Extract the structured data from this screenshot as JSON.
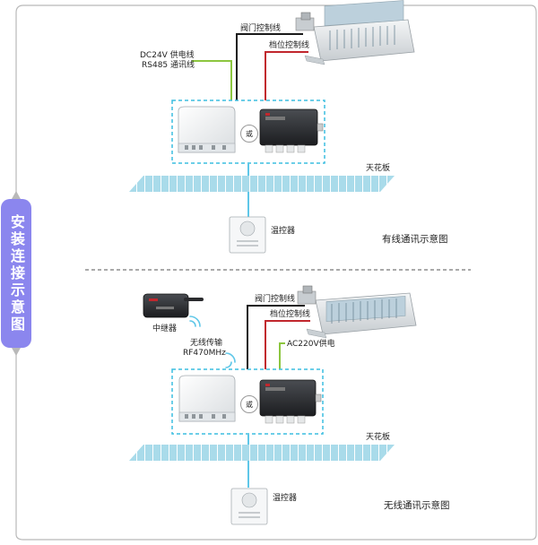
{
  "side_tab": {
    "label": "安装连接示意图"
  },
  "top": {
    "valve_line": "阀门控制线",
    "speed_line": "档位控制线",
    "power_line_1": "DC24V 供电线",
    "power_line_2": "RS485 通讯线",
    "or": "或",
    "ceiling": "天花板",
    "thermostat": "温控器",
    "caption": "有线通讯示意图"
  },
  "bottom": {
    "valve_line": "阀门控制线",
    "speed_line": "档位控制线",
    "repeater": "中继器",
    "wireless_1": "无线传输",
    "wireless_2": "RF470MHz",
    "ac_power": "AC220V供电",
    "or": "或",
    "ceiling": "天花板",
    "thermostat": "温控器",
    "caption": "无线通讯示意图"
  },
  "colors": {
    "frame": "#b9b9b9",
    "side_tab": "#8b86ee",
    "dashed_box": "#3cbde0",
    "signal_line": "#5fc7e8",
    "power_line": "#8cc63f",
    "valve_line": "#1a1a1a",
    "speed_line": "#c1272d",
    "ceiling": "#a9dbea"
  }
}
